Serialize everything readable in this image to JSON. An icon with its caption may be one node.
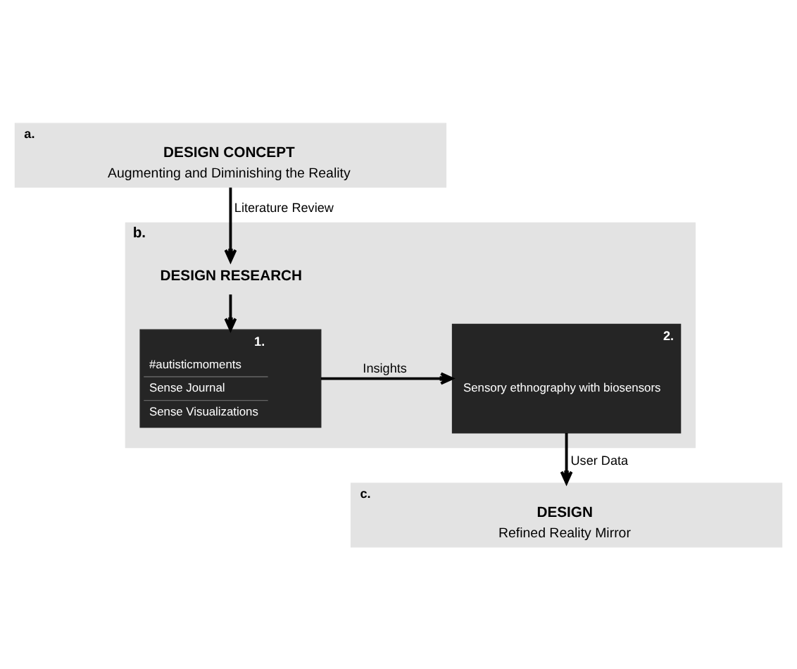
{
  "diagram": {
    "nodes": [
      {
        "text": [
          "a.",
          "DESIGN CONCEPT",
          "Augmenting and Diminishing the Reality"
        ]
      },
      {
        "text": [
          "b."
        ]
      },
      {
        "text": [
          "DESIGN RESEARCH"
        ],
        "in": 1
      },
      {
        "text": [
          "1.",
          "#autisticmoments",
          "Sense Journal",
          "Sense Visualizations"
        ],
        "in": 1
      },
      {
        "text": [
          "2.",
          "Sensory ethnography with biosensors"
        ],
        "in": 1
      },
      {
        "text": [
          "c.",
          "DESIGN",
          "Refined Reality Mirror"
        ]
      }
    ],
    "edges": [
      {
        "from": 0,
        "to": 2,
        "arrow": "to",
        "label": "Literature Review"
      },
      {
        "from": 2,
        "to": 3,
        "arrow": "to"
      },
      {
        "from": 3,
        "to": 4,
        "arrow": "to",
        "label": "Insights"
      },
      {
        "from": 4,
        "to": 5,
        "arrow": "to",
        "label": "User Data"
      }
    ]
  }
}
